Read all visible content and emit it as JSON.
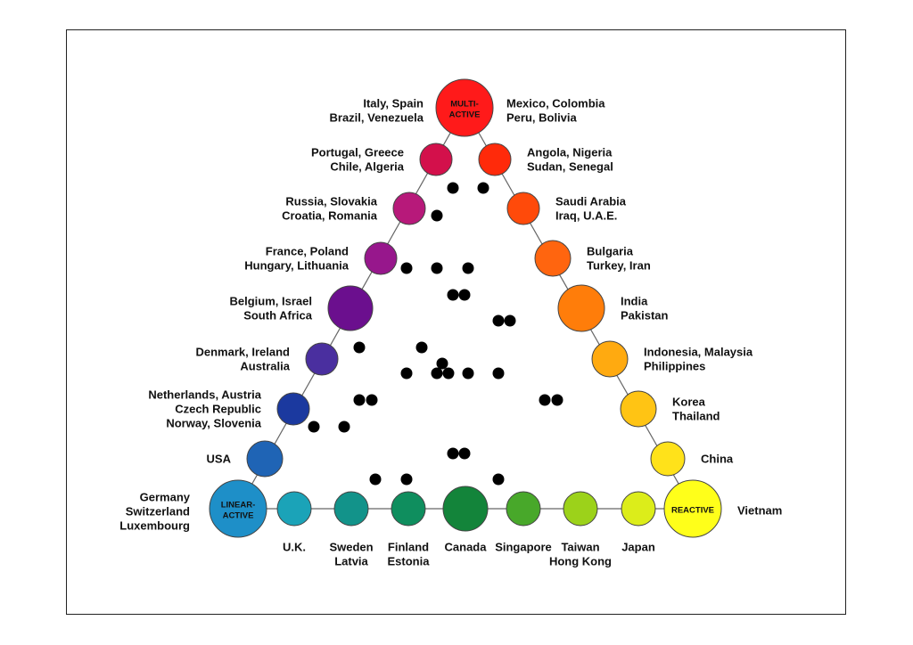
{
  "model": {
    "vertices": {
      "top": {
        "label": [
          "MULTI-",
          "ACTIVE"
        ],
        "color": "#ff1a1a",
        "countries": [
          "Italy, Spain",
          "Brazil, Venezuela"
        ],
        "countries_right": [
          "Mexico, Colombia",
          "Peru, Bolivia"
        ]
      },
      "left": {
        "label": [
          "LINEAR-",
          "ACTIVE"
        ],
        "color": "#1e8fc8",
        "countries": [
          "Germany",
          "Switzerland",
          "Luxembourg"
        ]
      },
      "right": {
        "label": [
          "REACTIVE"
        ],
        "color": "#ffff1a",
        "countries": [
          "Vietnam"
        ]
      }
    },
    "left_edge": [
      {
        "color": "#d3104b",
        "countries": [
          "Portugal, Greece",
          "Chile, Algeria"
        ]
      },
      {
        "color": "#b7197a",
        "countries": [
          "Russia, Slovakia",
          "Croatia, Romania"
        ]
      },
      {
        "color": "#97178c",
        "countries": [
          "France, Poland",
          "Hungary, Lithuania"
        ]
      },
      {
        "color": "#6b0f8e",
        "countries": [
          "Belgium, Israel",
          "South Africa"
        ]
      },
      {
        "color": "#4a2f9f",
        "countries": [
          "Denmark, Ireland",
          "Australia"
        ]
      },
      {
        "color": "#1b399f",
        "countries": [
          "Netherlands, Austria",
          "Czech Republic",
          "Norway, Slovenia"
        ]
      },
      {
        "color": "#1f64b5",
        "countries": [
          "USA"
        ]
      }
    ],
    "right_edge": [
      {
        "color": "#ff2a0a",
        "countries": [
          "Angola, Nigeria",
          "Sudan, Senegal"
        ]
      },
      {
        "color": "#ff4a0a",
        "countries": [
          "Saudi Arabia",
          "Iraq, U.A.E."
        ]
      },
      {
        "color": "#ff650f",
        "countries": [
          "Bulgaria",
          "Turkey, Iran"
        ]
      },
      {
        "color": "#ff7d0a",
        "countries": [
          "India",
          "Pakistan"
        ]
      },
      {
        "color": "#ffaa10",
        "countries": [
          "Indonesia, Malaysia",
          "Philippines"
        ]
      },
      {
        "color": "#ffc414",
        "countries": [
          "Korea",
          "Thailand"
        ]
      },
      {
        "color": "#ffe21a",
        "countries": [
          "China"
        ]
      }
    ],
    "bottom_edge": [
      {
        "color": "#1ba3b8",
        "countries": [
          "U.K."
        ]
      },
      {
        "color": "#12938a",
        "countries": [
          "Sweden",
          "Latvia"
        ]
      },
      {
        "color": "#0f8e5e",
        "countries": [
          "Finland",
          "Estonia"
        ]
      },
      {
        "color": "#13843a",
        "countries": [
          "Canada"
        ]
      },
      {
        "color": "#48a82a",
        "countries": [
          "Singapore"
        ]
      },
      {
        "color": "#9cd21a",
        "countries": [
          "Taiwan",
          "Hong Kong"
        ]
      },
      {
        "color": "#dced1a",
        "countries": [
          "Japan"
        ]
      }
    ]
  }
}
